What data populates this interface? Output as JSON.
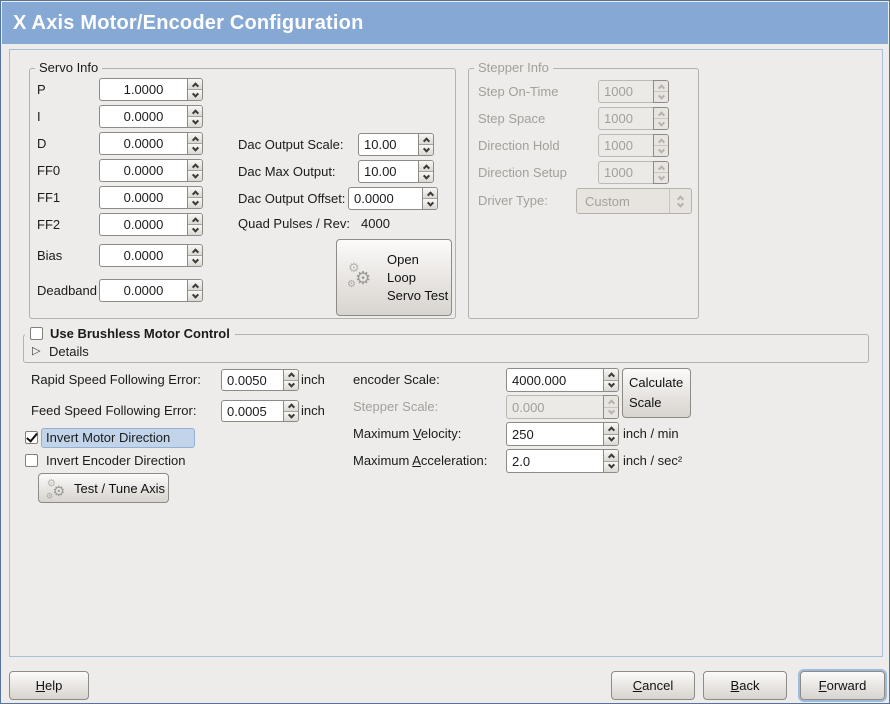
{
  "window": {
    "title": "X Axis Motor/Encoder Configuration"
  },
  "colors": {
    "titlebar_blue": "#86a8d5",
    "focus_highlight": "#c2d4e9",
    "disabled_text": "#a3a099"
  },
  "icons": {
    "gear": "⚙",
    "expander_collapsed": "▷"
  },
  "servo_info": {
    "legend": "Servo Info",
    "fields": [
      {
        "label": "P",
        "value": "1.0000"
      },
      {
        "label": "I",
        "value": "0.0000"
      },
      {
        "label": "D",
        "value": "0.0000"
      },
      {
        "label": "FF0",
        "value": "0.0000"
      },
      {
        "label": "FF1",
        "value": "0.0000"
      },
      {
        "label": "FF2",
        "value": "0.0000"
      },
      {
        "label": "Bias",
        "value": "0.0000"
      },
      {
        "label": "Deadband",
        "value": "0.0000"
      }
    ]
  },
  "dac": {
    "rows": [
      {
        "label": "Dac Output Scale:",
        "value": "10.00"
      },
      {
        "label": "Dac Max Output:",
        "value": "10.00"
      },
      {
        "label": "Dac Output Offset:",
        "value": "0.0000"
      }
    ],
    "quad_label": "Quad Pulses / Rev:",
    "quad_value": "4000"
  },
  "open_loop_button": {
    "label": "Open Loop Servo Test"
  },
  "stepper_info": {
    "legend": "Stepper Info",
    "fields": [
      {
        "label": "Step On-Time",
        "value": "1000"
      },
      {
        "label": "Step Space",
        "value": "1000"
      },
      {
        "label": "Direction Hold",
        "value": "1000"
      },
      {
        "label": "Direction Setup",
        "value": "1000"
      }
    ],
    "driver_type_label": "Driver Type:",
    "driver_type_value": "Custom"
  },
  "brushless": {
    "checkbox_label": "Use Brushless Motor Control",
    "checkbox_checked": false,
    "details_label": "Details"
  },
  "following_error": {
    "rapid_label": "Rapid Speed Following Error:",
    "rapid_value": "0.0050",
    "rapid_unit": "inch",
    "feed_label": "Feed Speed Following Error:",
    "feed_value": "0.0005",
    "feed_unit": "inch"
  },
  "invert": {
    "motor_label": "Invert Motor Direction",
    "motor_checked": true,
    "encoder_label": "Invert Encoder Direction",
    "encoder_checked": false
  },
  "test_tune_button": {
    "label": "Test / Tune Axis"
  },
  "scale": {
    "encoder_label": "encoder Scale:",
    "encoder_value": "4000.000",
    "stepper_label": "Stepper Scale:",
    "stepper_value": "0.000",
    "calculate_button": "Calculate Scale",
    "velocity_label_pre": "Maximum ",
    "velocity_label_mn": "V",
    "velocity_label_post": "elocity:",
    "velocity_value": "250",
    "velocity_unit": "inch / min",
    "accel_label_pre": "Maximum ",
    "accel_label_mn": "A",
    "accel_label_post": "cceleration:",
    "accel_value": "2.0",
    "accel_unit": "inch / sec²"
  },
  "footer": {
    "help": {
      "mn": "H",
      "post": "elp"
    },
    "cancel": {
      "mn": "C",
      "post": "ancel"
    },
    "back": {
      "mn": "B",
      "post": "ack"
    },
    "forward": {
      "mn": "F",
      "post": "orward"
    }
  }
}
